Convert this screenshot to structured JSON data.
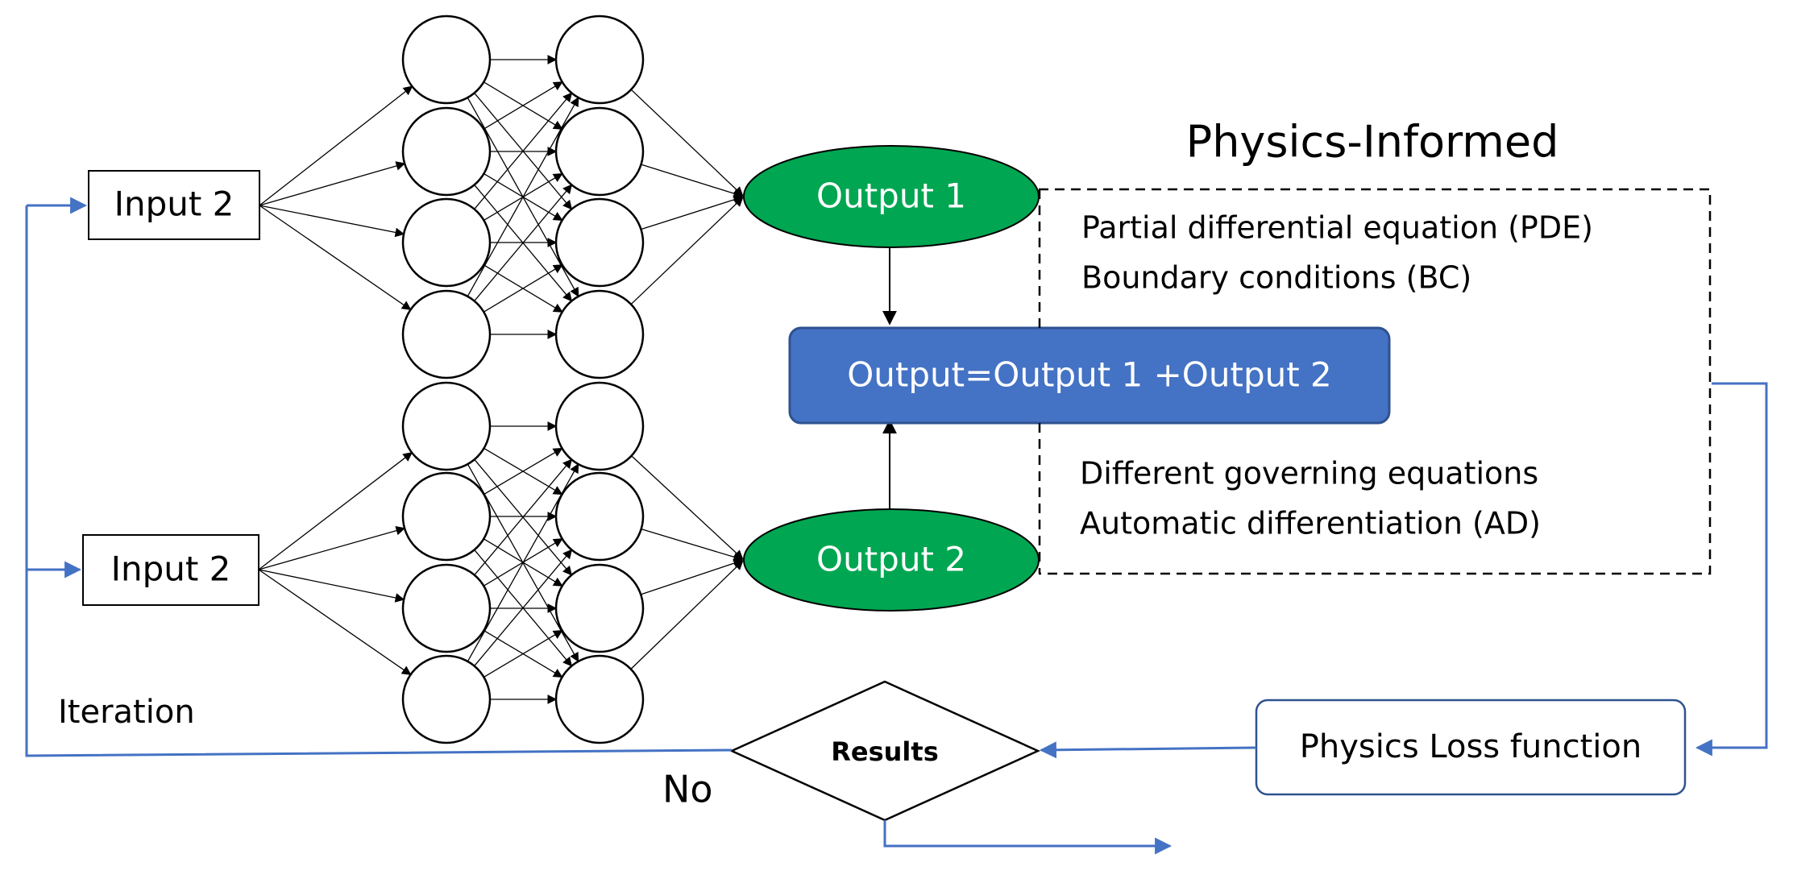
{
  "inputs": [
    "Input 2",
    "Input 2"
  ],
  "outputs": [
    "Output 1",
    "Output 2"
  ],
  "combined_output": "Output=Output 1 +Output 2",
  "physics_title": "Physics-Informed",
  "physics_items_top": [
    "Partial differential equation (PDE)",
    "Boundary conditions (BC)"
  ],
  "physics_items_bottom": [
    "Different governing equations",
    "Automatic differentiation (AD)"
  ],
  "loss_function": "Physics Loss function",
  "decision": "Results",
  "iteration_label": "Iteration",
  "no_label": "No",
  "colors": {
    "output_ellipse": "#00a651",
    "combined_box": "#4472c4",
    "flow_line": "#4472c4",
    "network_line": "#000000"
  }
}
